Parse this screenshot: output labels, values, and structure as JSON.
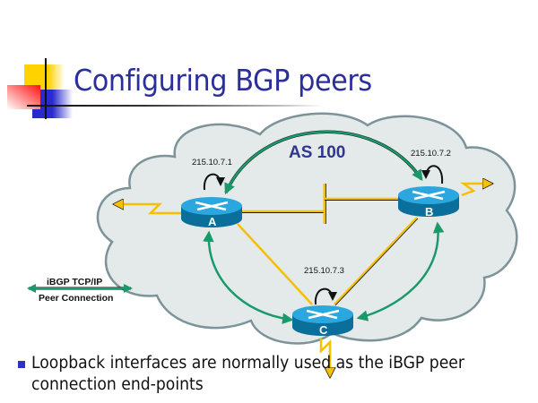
{
  "slide": {
    "title": "Configuring BGP peers",
    "bullets": [
      "Loopback interfaces are normally used as the iBGP peer connection end-points"
    ]
  },
  "diagram": {
    "as_label": "AS 100",
    "routers": [
      {
        "id": "A",
        "label": "A",
        "loopback": "215.10.7.1"
      },
      {
        "id": "B",
        "label": "B",
        "loopback": "215.10.7.2"
      },
      {
        "id": "C",
        "label": "C",
        "loopback": "215.10.7.3"
      }
    ],
    "ibgp_sessions": [
      [
        "A",
        "B"
      ],
      [
        "A",
        "C"
      ],
      [
        "B",
        "C"
      ]
    ],
    "physical_links": [
      [
        "A",
        "C"
      ],
      [
        "B",
        "C"
      ],
      [
        "A",
        "LAN"
      ],
      [
        "B",
        "LAN"
      ]
    ],
    "external_links": [
      "A-west",
      "B-east",
      "C-south"
    ],
    "legend": {
      "line1": "iBGP TCP/IP",
      "line2": "Peer Connection"
    }
  },
  "colors": {
    "title": "#2b2f9b",
    "cloud_fill": "#e4e9ea",
    "cloud_stroke": "#7c9499",
    "ibgp": "#1a9a6a",
    "link": "#f5c000",
    "router_top": "#2ba7e0",
    "router_side": "#0a6f9a",
    "bullet": "#3030c0"
  }
}
